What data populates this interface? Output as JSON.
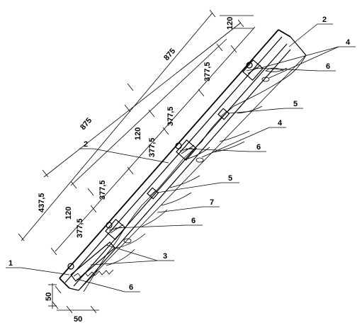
{
  "dimensions": {
    "d120_top": "120",
    "d875_upper": "875",
    "d377_top": "377,5",
    "d875_lower": "875",
    "d120_mid": "120",
    "d377_mid_a": "377,5",
    "d377_mid_b": "377,5",
    "d437": "437,5",
    "d120_low": "120",
    "d377_low_a": "377,5",
    "d377_low_b": "377,5",
    "d50_left": "50",
    "d50_bottom": "50"
  },
  "callouts": {
    "c2_top": "2",
    "c4_top": "4",
    "c6_top": "6",
    "c5_mid": "5",
    "c4_mid": "4",
    "c2_mid": "2",
    "c6_mid": "6",
    "c5_low": "5",
    "c7": "7",
    "c6_low": "6",
    "c3": "3",
    "c1": "1",
    "c6_bottom": "6"
  }
}
